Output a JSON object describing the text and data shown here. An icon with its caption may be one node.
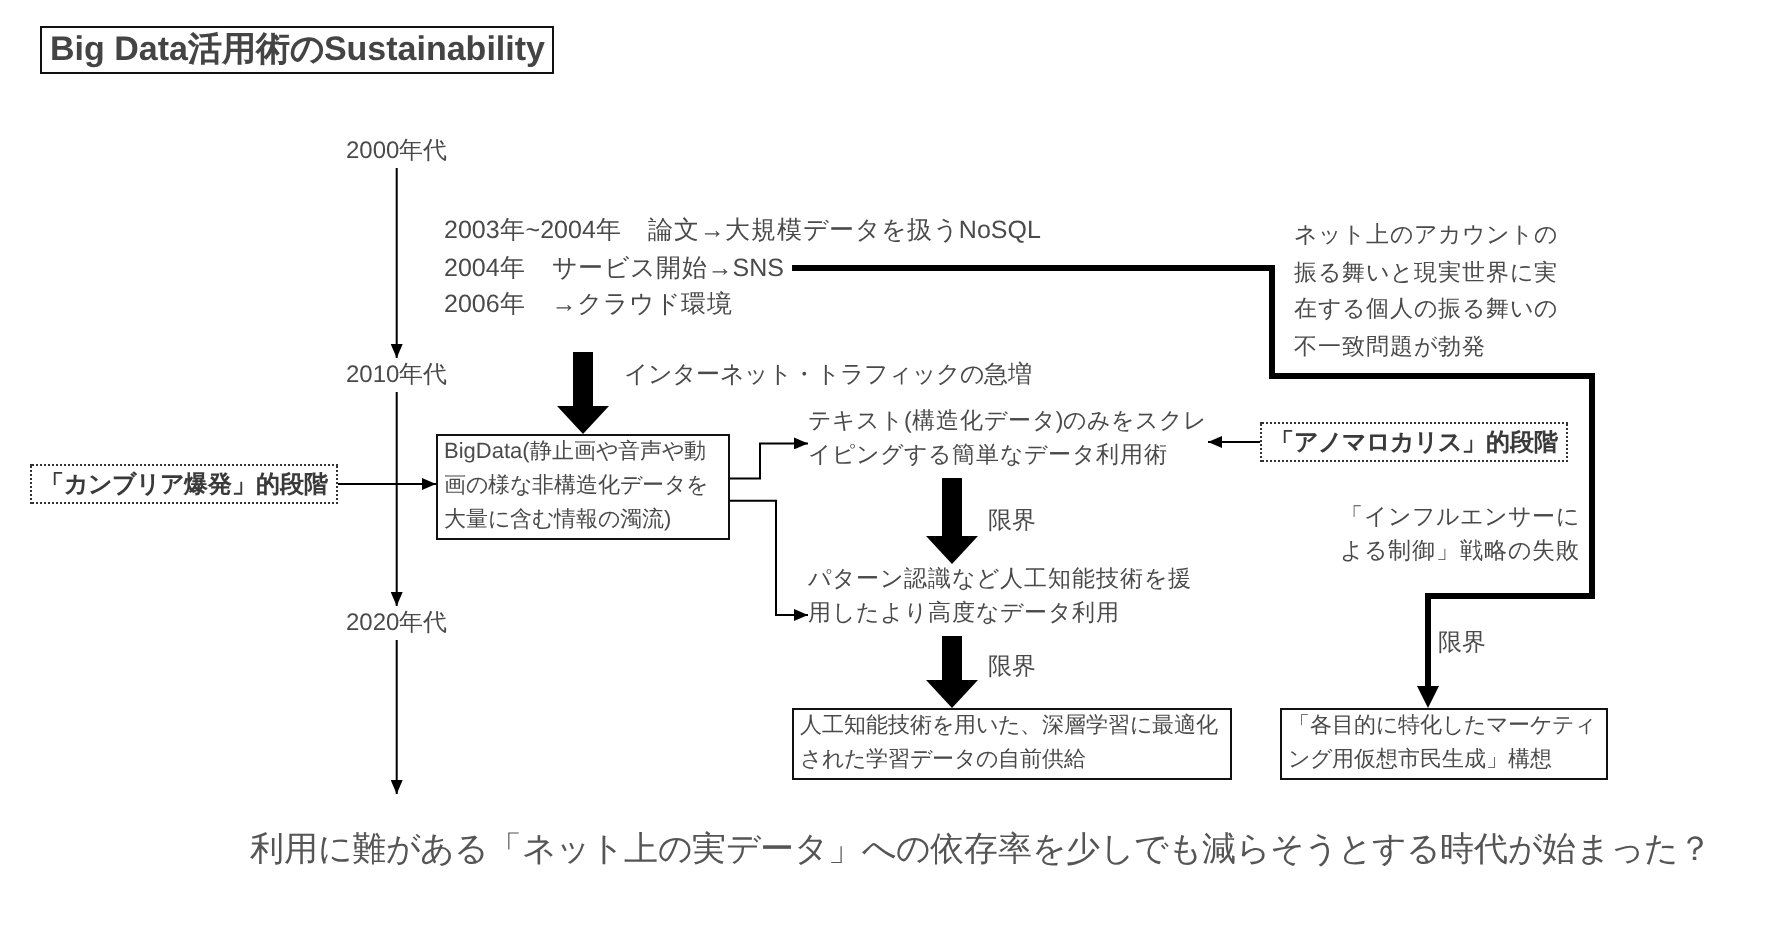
{
  "diagram": {
    "title": "Big Data活用術のSustainability",
    "caption": "利用に難がある「ネット上の実データ」への依存率を少しでも減らそうとする時代が始まった？",
    "nodes": [
      {
        "text": [
          "2000年代"
        ]
      },
      {
        "text": [
          "2004年　サービス開始→SNS"
        ]
      },
      {
        "text": [
          "2010年代"
        ]
      },
      {
        "text": [
          "「カンブリア爆発」的段階"
        ]
      },
      {
        "text": [
          "BigData(静止画や音声や動画の様な非構造化データを大量に含む情報の濁流)"
        ]
      },
      {
        "text": [
          "テキスト(構造化データ)のみをスクレイピングする簡単なデータ利用術"
        ]
      },
      {
        "text": [
          "「アノマロカリス」的段階"
        ]
      },
      {
        "text": [
          "パターン認識など人工知能技術を援用したより高度なデータ利用"
        ]
      },
      {
        "text": [
          "2020年代"
        ]
      },
      {
        "text": [
          "人工知能技術を用いた、深層学習に最適化された学習データの自前供給"
        ]
      },
      {
        "text": [
          "「各目的に特化したマーケティング用仮想市民生成」構想"
        ]
      }
    ],
    "edges": [
      {
        "from": 0,
        "to": 2,
        "arrow": "to"
      },
      {
        "from": 2,
        "to": 8,
        "arrow": "to"
      },
      {
        "from": 8,
        "to": null,
        "arrow": "to"
      },
      {
        "from": 1,
        "to": 10,
        "arrow": "to",
        "label": "限界",
        "style": "thick"
      },
      {
        "from": null,
        "to": 4,
        "arrow": "to",
        "label": "インターネット・トラフィックの急増",
        "style": "thick"
      },
      {
        "from": 3,
        "to": 4,
        "arrow": "to"
      },
      {
        "from": 4,
        "to": 5,
        "arrow": "to"
      },
      {
        "from": 4,
        "to": 7,
        "arrow": "to"
      },
      {
        "from": 6,
        "to": 5,
        "arrow": "to"
      },
      {
        "from": 5,
        "to": 7,
        "arrow": "to",
        "label": "限界",
        "style": "thick"
      },
      {
        "from": 7,
        "to": 9,
        "arrow": "to",
        "label": "限界",
        "style": "thick"
      }
    ],
    "labels": [
      "2003年~2004年　論文→大規模データを扱うNoSQL",
      "2006年　→クラウド環境",
      "ネット上のアカウントの振る舞いと現実世界に実在する個人の振る舞いの不一致問題が勃発",
      "「インフルエンサーによる制御」戦略の失敗"
    ]
  }
}
